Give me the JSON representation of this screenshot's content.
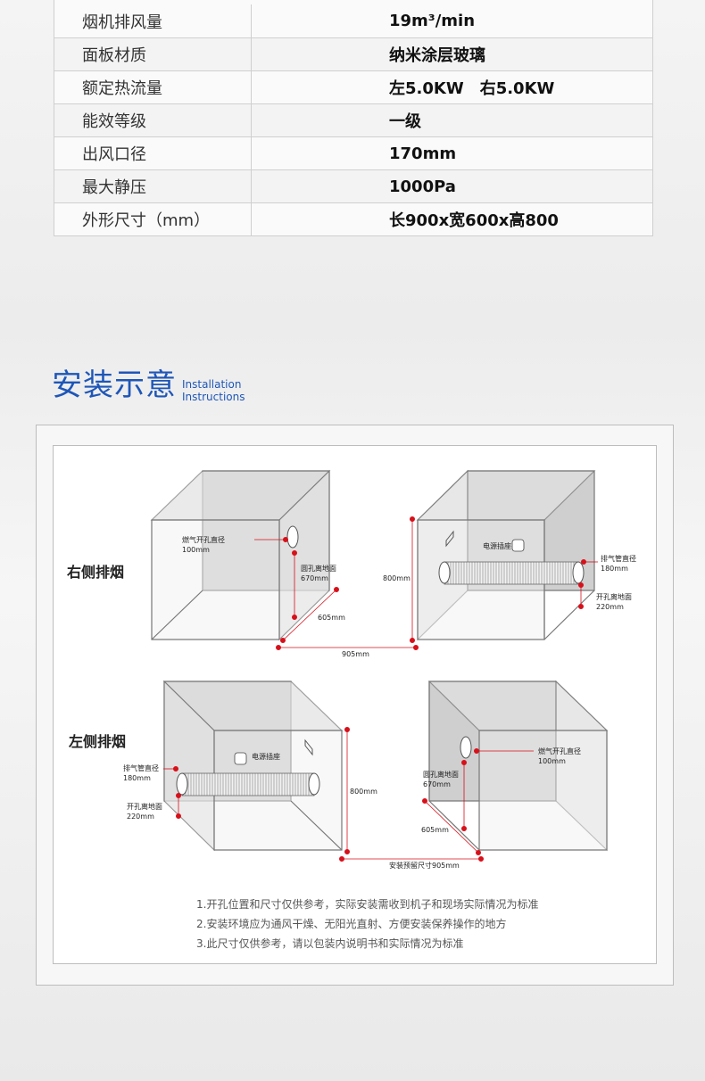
{
  "specs": [
    {
      "label": "烟机排风量",
      "value": "19m³/min"
    },
    {
      "label": "面板材质",
      "value": "纳米涂层玻璃"
    },
    {
      "label": "额定热流量",
      "value": "左5.0KW　右5.0KW"
    },
    {
      "label": "能效等级",
      "value": "一级"
    },
    {
      "label": "出风口径",
      "value": "170mm"
    },
    {
      "label": "最大静压",
      "value": "1000Pa"
    },
    {
      "label": "外形尺寸（mm）",
      "value": "长900x宽600x高800"
    }
  ],
  "section": {
    "title": "安装示意",
    "subtitle_line1": "Installation",
    "subtitle_line2": "Instructions"
  },
  "diagram": {
    "right_title": "右侧排烟",
    "left_title": "左侧排烟",
    "gas_hole_label": "燃气开孔直径",
    "gas_hole_value": "100mm",
    "hole_floor_label": "圆孔离地面",
    "hole_floor_value": "670mm",
    "depth_value": "605mm",
    "width_value": "905mm",
    "height_value": "800mm",
    "socket_label": "电源插座",
    "exhaust_label": "排气管直径",
    "exhaust_value": "180mm",
    "exhaust_floor_label": "开孔离地面",
    "exhaust_floor_value": "220mm",
    "reserved_width": "安装预留尺寸905mm"
  },
  "notes": [
    "1.开孔位置和尺寸仅供参考，实际安装需收到机子和现场实际情况为标准",
    "2.安装环境应为通风干燥、无阳光直射、方便安装保养操作的地方",
    "3.此尺寸仅供参考，请以包装内说明书和实际情况为标准"
  ],
  "colors": {
    "accent": "#1e56b8",
    "marker": "#d7101a"
  }
}
